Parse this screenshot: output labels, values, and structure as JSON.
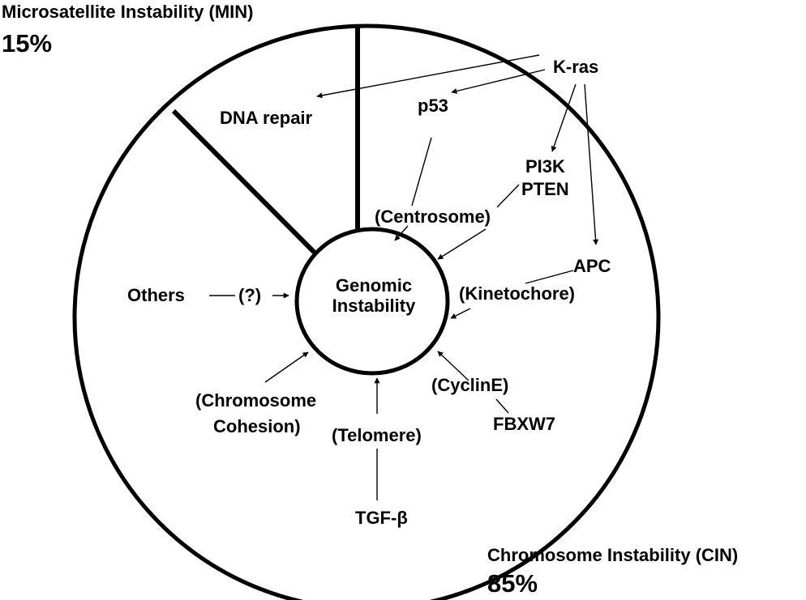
{
  "header": {
    "min_title": "Microsatellite Instability (MIN)",
    "min_percent": "15%",
    "cin_title": "Chromosome Instability (CIN)",
    "cin_percent": "85%"
  },
  "center": {
    "line1": "Genomic",
    "line2": "Instability"
  },
  "labels": {
    "kras": "K-ras",
    "dna_repair": "DNA repair",
    "p53": "p53",
    "pi3k": "PI3K",
    "pten": "PTEN",
    "centrosome": "(Centrosome)",
    "apc": "APC",
    "kinetochore": "(Kinetochore)",
    "others": "Others",
    "unknown": "(?)",
    "chromosome": "(Chromosome",
    "cohesion": "Cohesion)",
    "telomere": "(Telomere)",
    "tgfb": "TGF-β",
    "cycline": "(CyclinE)",
    "fbxw7": "FBXW7"
  },
  "colors": {
    "ink": "#000000",
    "background": "#ffffff"
  }
}
